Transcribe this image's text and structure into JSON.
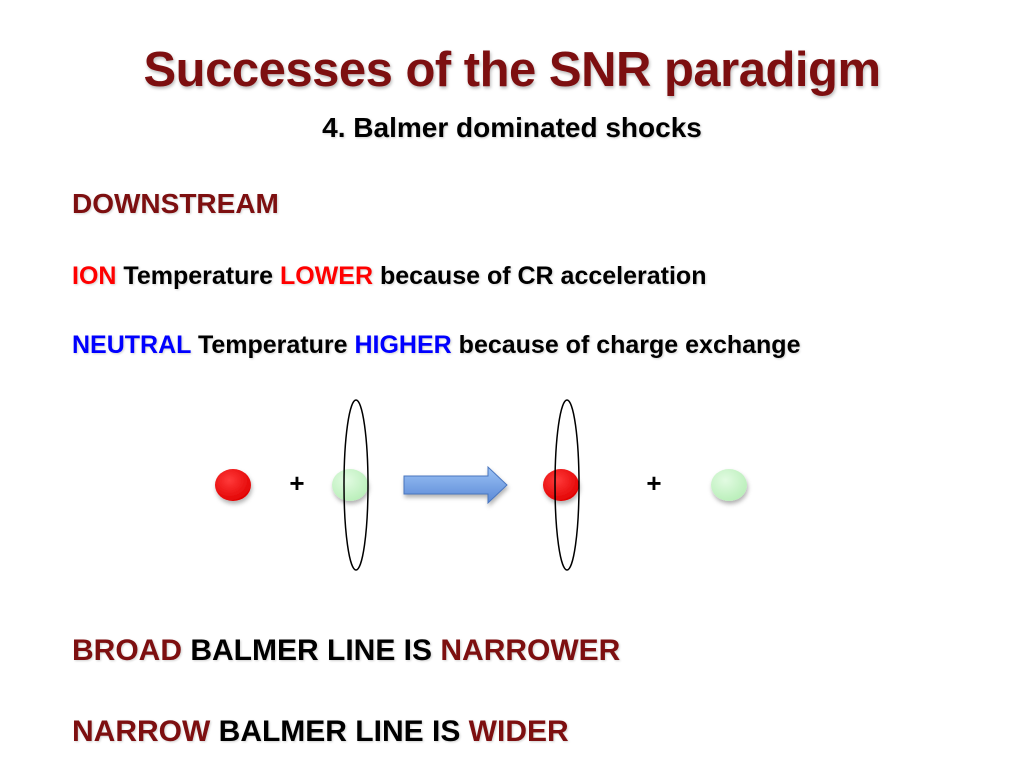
{
  "title": "Successes of the SNR paradigm",
  "subtitle": "4. Balmer dominated shocks",
  "section": "DOWNSTREAM",
  "ion_line": {
    "label": "ION",
    "text1": "Temperature",
    "emph": "LOWER",
    "text2": "because of CR acceleration"
  },
  "neutral_line": {
    "label": "NEUTRAL",
    "text1": "Temperature",
    "emph": "HIGHER",
    "text2": "because of charge exchange"
  },
  "diagram": {
    "plus_left": "+",
    "plus_right": "+",
    "colors": {
      "ion": "#ff0000",
      "neutral": "#c8f5c8",
      "arrow": "#6f9fe0"
    }
  },
  "broad_line": {
    "label": "BROAD",
    "text": "BALMER LINE IS",
    "emph": "NARROWER"
  },
  "narrow_line": {
    "label": "NARROW",
    "text": "BALMER LINE IS",
    "emph": "WIDER"
  }
}
